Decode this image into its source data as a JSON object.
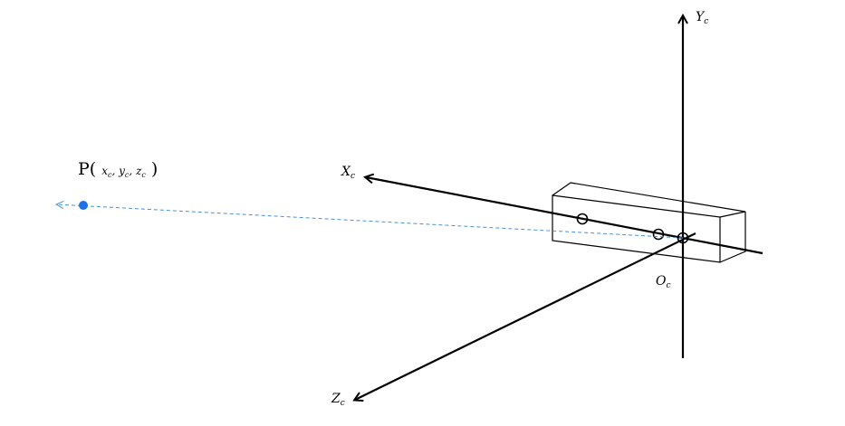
{
  "axes": {
    "y": {
      "main": "Y",
      "sub": "c"
    },
    "x": {
      "main": "X",
      "sub": "c"
    },
    "z": {
      "main": "Z",
      "sub": "c"
    },
    "origin": {
      "main": "O",
      "sub": "c"
    }
  },
  "point": {
    "name": "P",
    "open_paren": "(",
    "close_paren": ")",
    "coord1": {
      "main": "x",
      "sub": "c"
    },
    "coord2": {
      "main": "y",
      "sub": "c"
    },
    "coord3": {
      "main": "z",
      "sub": "c"
    },
    "sep": ",",
    "color": "#1a73e8"
  }
}
